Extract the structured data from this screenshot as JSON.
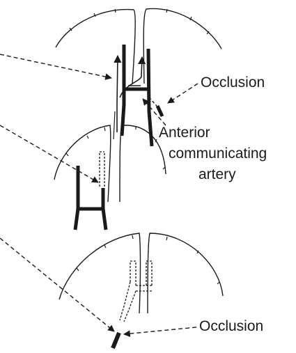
{
  "labels": {
    "occlusion_top": "Occlusion",
    "anterior": "Anterior",
    "communicating": "communicating",
    "artery": "artery",
    "occlusion_bottom": "Occlusion"
  },
  "colors": {
    "ink": "#1a1a1a",
    "background": "#ffffff"
  }
}
